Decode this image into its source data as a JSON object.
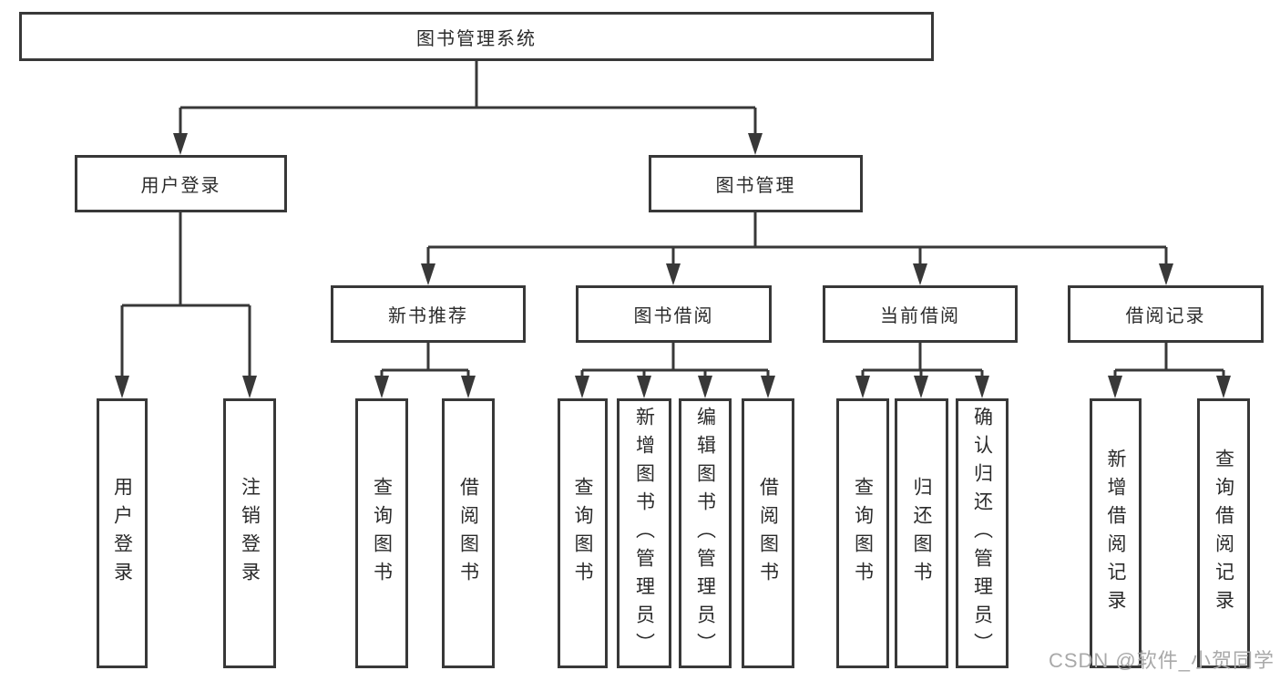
{
  "diagram": {
    "root": {
      "label": "图书管理系统"
    },
    "level2": [
      {
        "label": "用户登录"
      },
      {
        "label": "图书管理"
      }
    ],
    "level3": [
      {
        "label": "新书推荐"
      },
      {
        "label": "图书借阅"
      },
      {
        "label": "当前借阅"
      },
      {
        "label": "借阅记录"
      }
    ],
    "leaves": {
      "user_login": [
        {
          "label": "用户登录"
        },
        {
          "label": "注销登录"
        }
      ],
      "new_book": [
        {
          "label": "查询图书"
        },
        {
          "label": "借阅图书"
        }
      ],
      "book_borrow": [
        {
          "label": "查询图书"
        },
        {
          "label": "新增图书（管理员）"
        },
        {
          "label": "编辑图书（管理员）"
        },
        {
          "label": "借阅图书"
        }
      ],
      "current_borrow": [
        {
          "label": "查询图书"
        },
        {
          "label": "归还图书"
        },
        {
          "label": "确认归还（管理员）"
        }
      ],
      "borrow_record": [
        {
          "label": "新增借阅记录"
        },
        {
          "label": "查询借阅记录"
        }
      ]
    }
  },
  "watermark": {
    "text": "CSDN @软件_小贺同学"
  },
  "colors": {
    "line": "#383838",
    "text": "#2b2b2b",
    "watermark": "#a9a9a9",
    "background": "#ffffff"
  }
}
